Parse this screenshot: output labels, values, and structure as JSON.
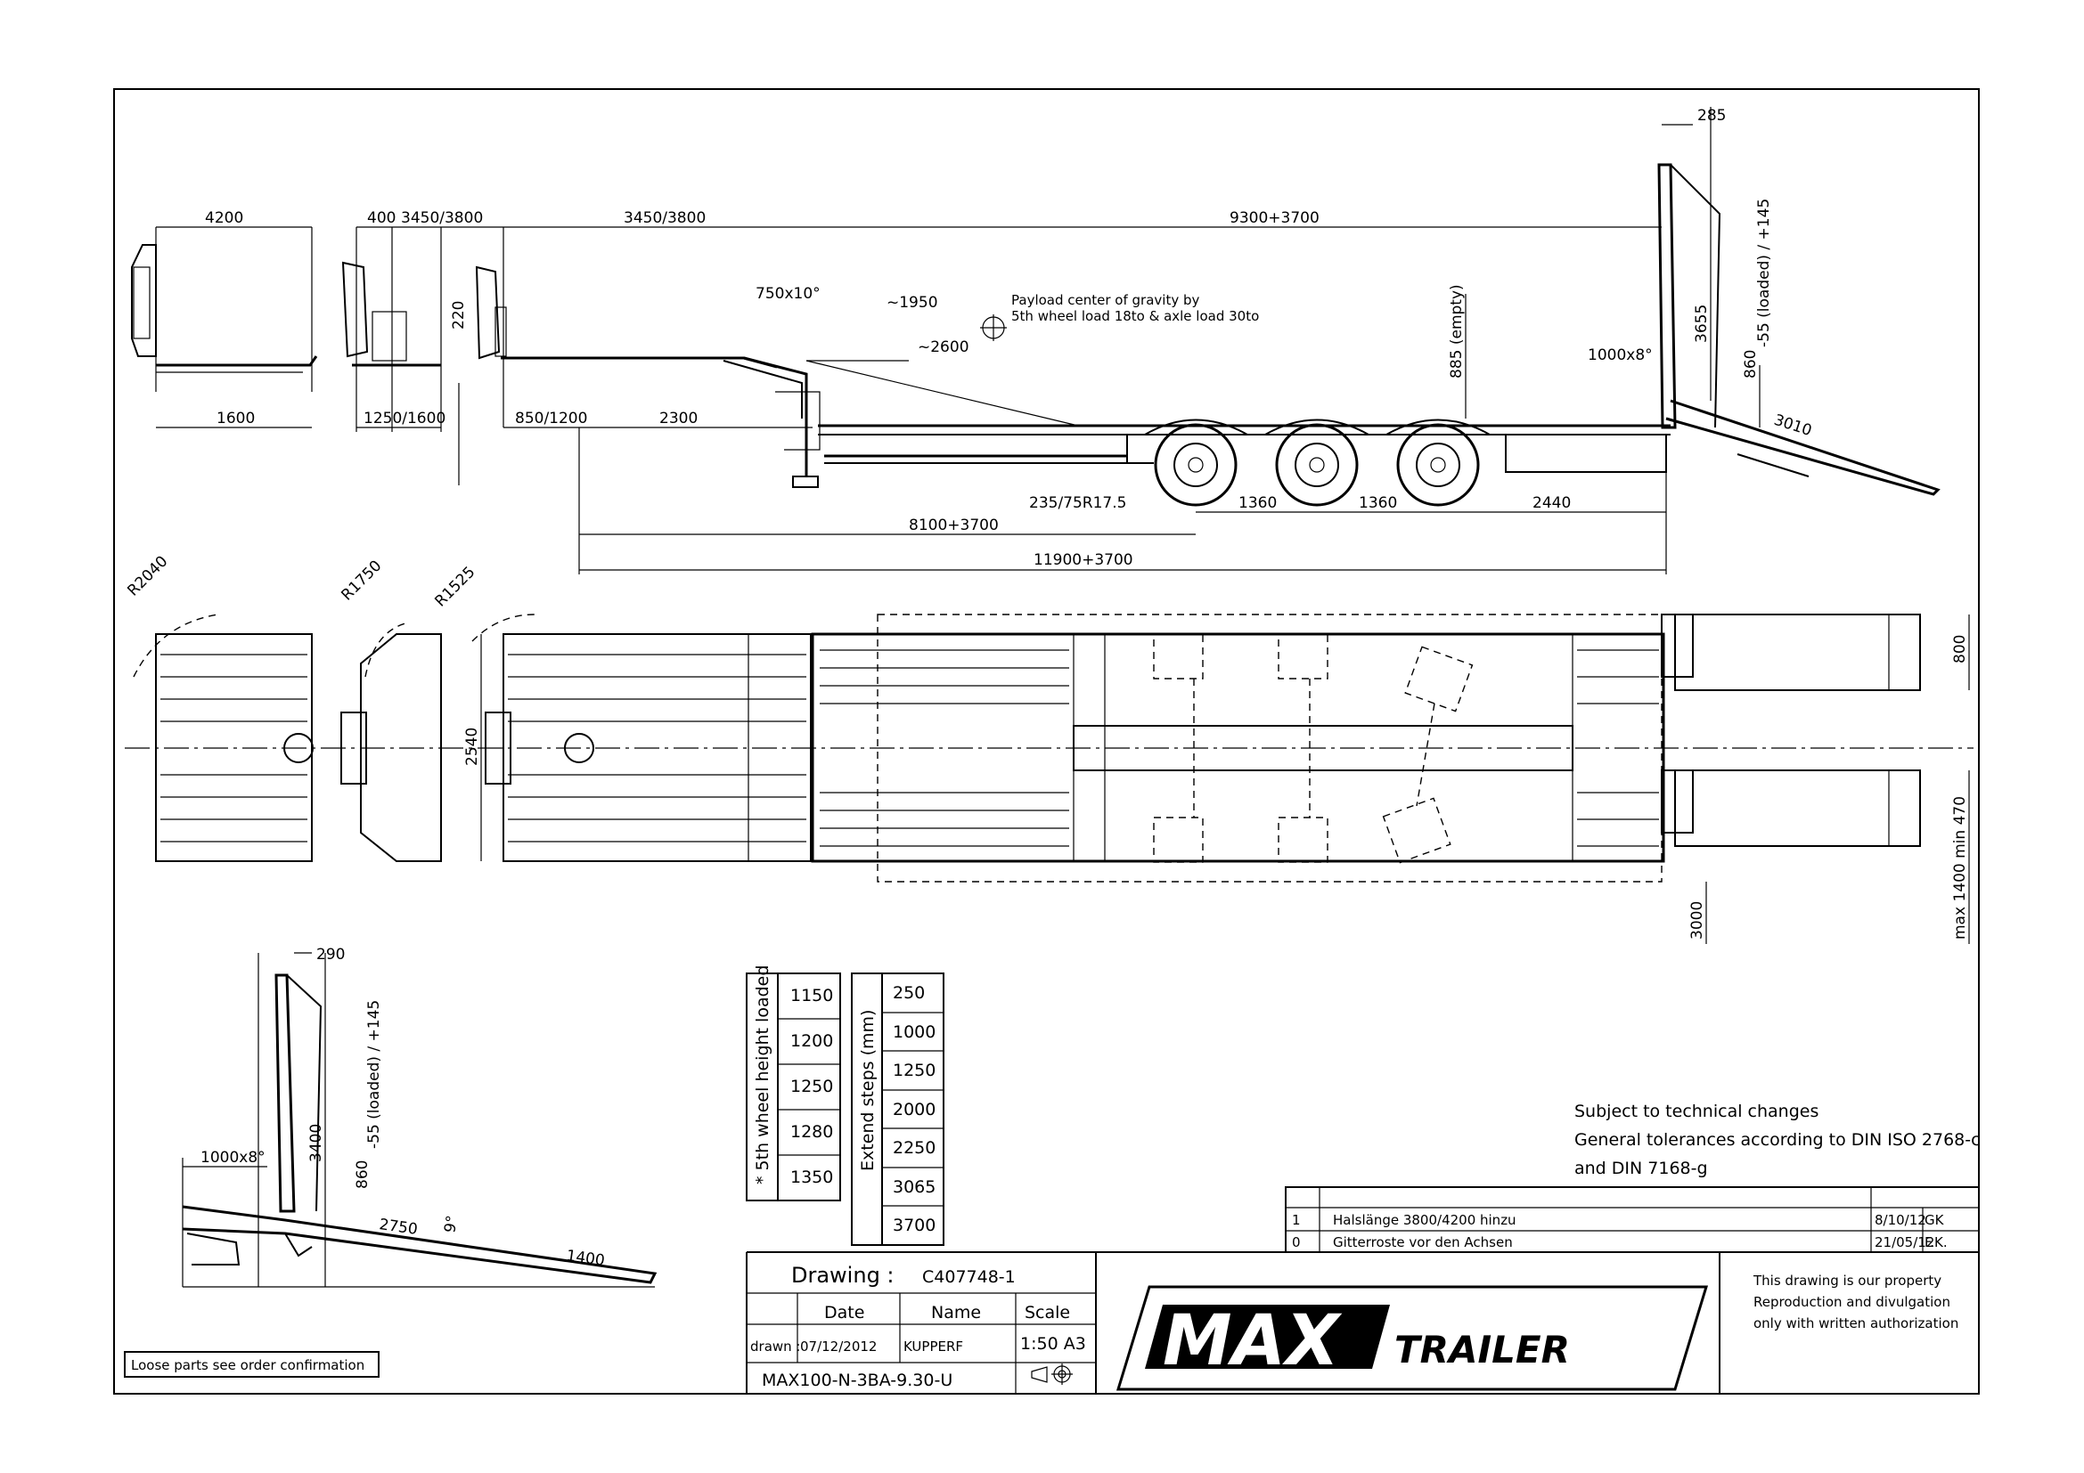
{
  "colors": {
    "line": "#000000",
    "paper": "#ffffff"
  },
  "side_view": {
    "dims_top": [
      "4200",
      "400",
      "3450/3800",
      "3450/3800",
      "9300+3700",
      "285"
    ],
    "dims_mid": [
      "750x10°",
      "~1950",
      "~2600",
      "1000x8°",
      "3010"
    ],
    "dims_left": [
      "220"
    ],
    "dims_vertical": [
      "885 (empty)",
      "3655",
      "-55 (loaded) / +145",
      "860"
    ],
    "dims_bottom": [
      "1600",
      "1250/1600",
      "850/1200",
      "2300",
      "235/75R17.5",
      "1360",
      "1360",
      "2440",
      "8100+3700",
      "11900+3700"
    ],
    "payload_note": [
      "Payload center of gravity by",
      "5th wheel load 18to & axle load 30to"
    ]
  },
  "top_view": {
    "radii": [
      "R2040",
      "R1750",
      "R1525"
    ],
    "dims": [
      "2540",
      "800",
      "max 1400  min 470",
      "3000"
    ]
  },
  "ramp_detail": {
    "dims": [
      "290",
      "1000x8°",
      "3400",
      "-55 (loaded) / +145",
      "860",
      "2750",
      "9°",
      "1400"
    ]
  },
  "table_wheel_height": {
    "label": "* 5th wheel height loaded",
    "values": [
      "1150",
      "1200",
      "1250",
      "1280",
      "1350"
    ]
  },
  "table_extend_steps": {
    "label": "Extend steps (mm)",
    "values": [
      "250",
      "1000",
      "1250",
      "2000",
      "2250",
      "3065",
      "3700"
    ]
  },
  "notes": [
    "Subject to technical changes",
    "General tolerances according to DIN ISO 2768-c",
    "and DIN 7168-g"
  ],
  "revisions": [
    {
      "idx": "1",
      "text": "Halslänge 3800/4200 hinzu",
      "date": "8/10/12",
      "by": "GK"
    },
    {
      "idx": "0",
      "text": "Gitterroste vor den Achsen",
      "date": "21/05/12",
      "by": "F.K."
    }
  ],
  "title_block": {
    "drawing_label": "Drawing :",
    "drawing_no": "C407748-1",
    "date_label": "Date",
    "name_label": "Name",
    "scale_label": "Scale",
    "drawn_label": "drawn :",
    "date": "07/12/2012",
    "name": "KUPPERF",
    "scale": "1:50 A3",
    "model": "MAX100-N-3BA-9.30-U",
    "logo_max": "MAX",
    "logo_trailer": "TRAILER",
    "property_note": [
      "This drawing is our property",
      "Reproduction and divulgation",
      "only with written authorization"
    ]
  },
  "loose_parts": "Loose parts see order confirmation"
}
